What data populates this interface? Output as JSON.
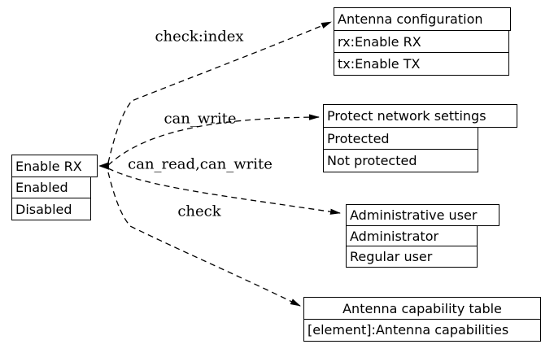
{
  "diagram": {
    "source": {
      "title": "Enable RX",
      "rows": [
        "Enabled",
        "Disabled"
      ]
    },
    "targets": [
      {
        "title": "Antenna configuration",
        "rows": [
          "rx:Enable RX",
          "tx:Enable TX"
        ]
      },
      {
        "title": "Protect network settings",
        "rows": [
          "Protected",
          "Not protected"
        ]
      },
      {
        "title": "Administrative user",
        "rows": [
          "Administrator",
          "Regular user"
        ]
      },
      {
        "title": "Antenna capability table",
        "rows": [
          "[element]:Antenna capabilities"
        ]
      }
    ],
    "edge_labels": [
      "check:index",
      "can_write",
      "can_read,can_write",
      "check"
    ],
    "colors": {
      "line": "#000000",
      "background": "#ffffff",
      "text": "#000000"
    }
  }
}
